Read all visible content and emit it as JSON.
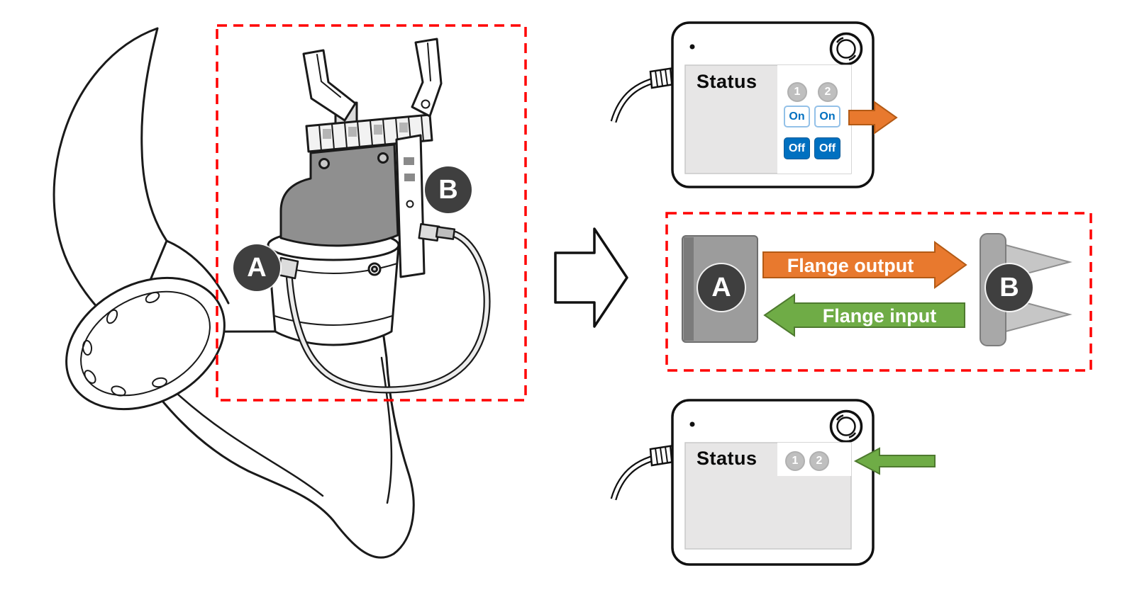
{
  "illustration": {
    "label_a": "A",
    "label_b": "B"
  },
  "flow_diagram": {
    "label_a": "A",
    "label_b": "B",
    "output_label": "Flange output",
    "input_label": "Flange input"
  },
  "pendant_top": {
    "status_title": "Status",
    "badges": [
      "1",
      "2"
    ],
    "on_buttons": [
      "On",
      "On"
    ],
    "off_buttons": [
      "Off",
      "Off"
    ]
  },
  "pendant_bottom": {
    "status_title": "Status",
    "badges": [
      "1",
      "2"
    ]
  },
  "colors": {
    "flange_output_orange": "#E8792E",
    "flange_input_green": "#6FAC46",
    "highlight_red_dashed": "#FF0000",
    "on_off_button_blue": "#0070C0",
    "label_circle_dark": "#3F3F3F",
    "badge_gray": "#BFBFBF"
  }
}
